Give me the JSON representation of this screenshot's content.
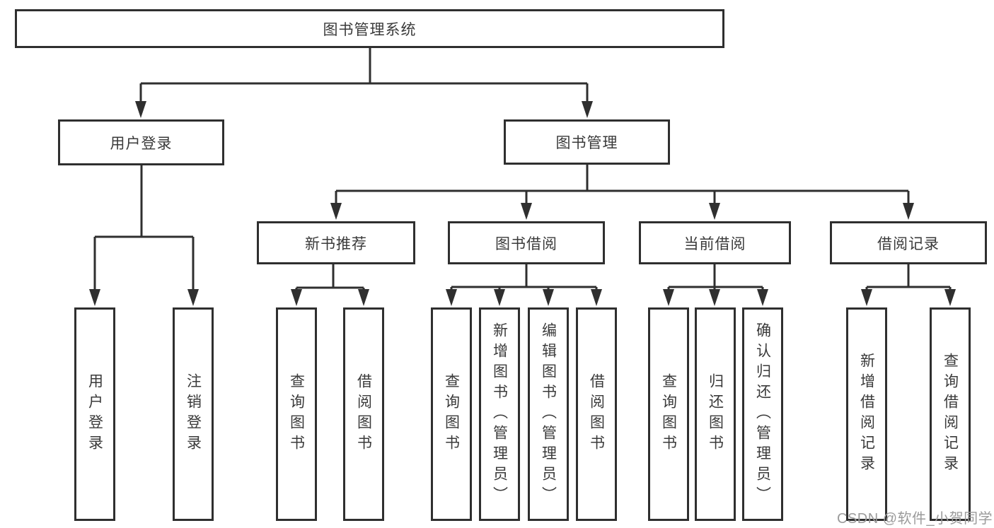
{
  "diagram": {
    "root": {
      "label": "图书管理系统"
    },
    "branches": [
      {
        "label": "用户登录",
        "children": [
          {
            "label": "用户登录"
          },
          {
            "label": "注销登录"
          }
        ]
      },
      {
        "label": "图书管理",
        "children": [
          {
            "label": "新书推荐",
            "children": [
              {
                "label": "查询图书"
              },
              {
                "label": "借阅图书"
              }
            ]
          },
          {
            "label": "图书借阅",
            "children": [
              {
                "label": "查询图书"
              },
              {
                "label": "新增图书（管理员）"
              },
              {
                "label": "编辑图书（管理员）"
              },
              {
                "label": "借阅图书"
              }
            ]
          },
          {
            "label": "当前借阅",
            "children": [
              {
                "label": "查询图书"
              },
              {
                "label": "归还图书"
              },
              {
                "label": "确认归还（管理员）"
              }
            ]
          },
          {
            "label": "借阅记录",
            "children": [
              {
                "label": "新增借阅记录"
              },
              {
                "label": "查询借阅记录"
              }
            ]
          }
        ]
      }
    ]
  },
  "style": {
    "line_color": "#2f2f2f",
    "watermark_color": "#9b9b9b"
  },
  "watermark": {
    "text": "CSDN @软件_小贺同学"
  }
}
